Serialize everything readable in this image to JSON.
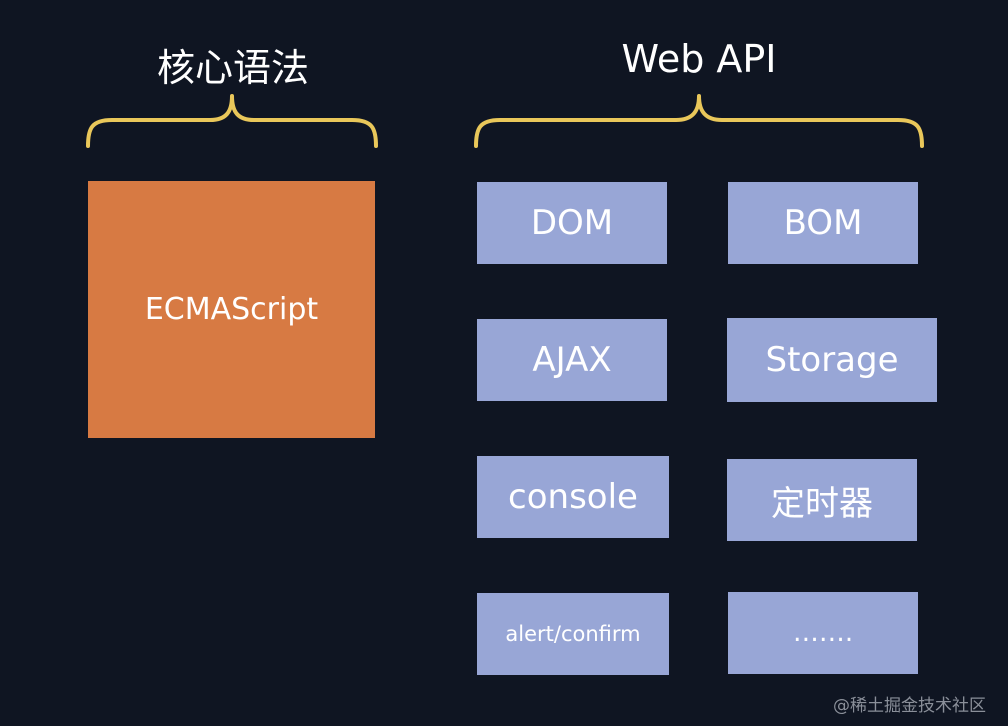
{
  "headings": {
    "core": "核心语法",
    "web": "Web API"
  },
  "core_box": {
    "label": "ECMAScript"
  },
  "api_boxes": [
    {
      "label": "DOM"
    },
    {
      "label": "BOM"
    },
    {
      "label": "AJAX"
    },
    {
      "label": "Storage"
    },
    {
      "label": "console"
    },
    {
      "label": "定时器"
    },
    {
      "label": "alert/confirm"
    },
    {
      "label": "……."
    }
  ],
  "watermark": "@稀土掘金技术社区",
  "colors": {
    "background": "#0f1522",
    "brace": "#e9c75a",
    "core_box": "#d77a43",
    "api_box": "#98a6d6",
    "text": "#ffffff"
  }
}
